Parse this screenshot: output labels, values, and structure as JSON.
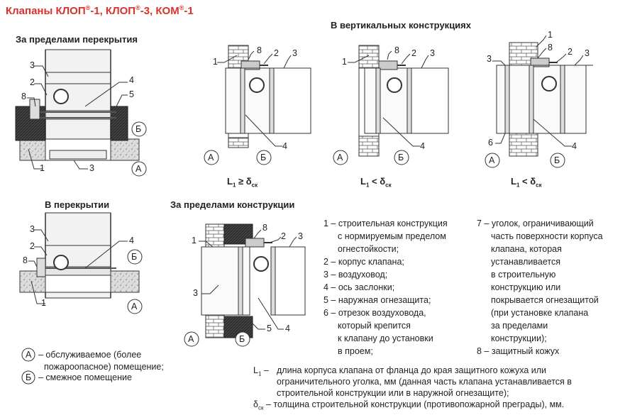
{
  "title": {
    "brand1": "Клапаны КЛОП",
    "reg": "®",
    "s1": "-1, КЛОП",
    "s2": "-3, КОМ",
    "s3": "-1"
  },
  "headings": {
    "outside_floor": "За пределами перекрытия",
    "vertical": "В вертикальных конструкциях",
    "in_floor": "В перекрытии",
    "outside_structure": "За пределами конструкции"
  },
  "callouts": {
    "n1": "1",
    "n2": "2",
    "n3": "3",
    "n4": "4",
    "n5": "5",
    "n6": "6",
    "n8": "8",
    "a": "А",
    "b": "Б"
  },
  "formulas": {
    "f1": {
      "l": "L",
      "sub1": "1",
      "rel": "≥ δ",
      "sub2": "ск"
    },
    "f2": {
      "l": "L",
      "sub1": "1",
      "rel": "< δ",
      "sub2": "ск"
    },
    "f3": {
      "l": "L",
      "sub1": "1",
      "rel": "< δ",
      "sub2": "ск"
    }
  },
  "legend_col1": [
    "1 – строительная конструкция",
    "с нормируемым пределом",
    "огнестойкости;",
    "2 – корпус клапана;",
    "3 – воздуховод;",
    "4 – ось заслонки;",
    "5 – наружная огнезащита;",
    "6 – отрезок воздуховода,",
    "который крепится",
    "к клапану до установки",
    "в проем;"
  ],
  "legend_col2": [
    "7 – уголок, ограничивающий",
    "часть поверхности корпуса",
    "клапана, которая",
    "устанавливается",
    "в строительную",
    "конструкцию или",
    "покрывается огнезащитой",
    "(при установке клапана",
    "за пределами",
    "конструкции);",
    "8 – защитный кожух"
  ],
  "room_legend": {
    "a_letter": "А",
    "a_text1": "– обслуживаемое (более",
    "a_text2": "пожароопасное) помещение;",
    "b_letter": "Б",
    "b_text": "– смежное помещение"
  },
  "footnote": {
    "l_sym": "L",
    "l_sub": "1",
    "l_dash": "–",
    "l_line1": "длина корпуса клапана от фланца до края защитного кожуха или",
    "l_line2": "ограничительного уголка, мм (данная часть клапана устанавливается в",
    "l_line3": "строительной конструкции или в наружной огнезащите);",
    "d_sym": "δ",
    "d_sub": "ск",
    "d_text": "– толщина строительной конструкции (противопожарной преграды), мм."
  }
}
